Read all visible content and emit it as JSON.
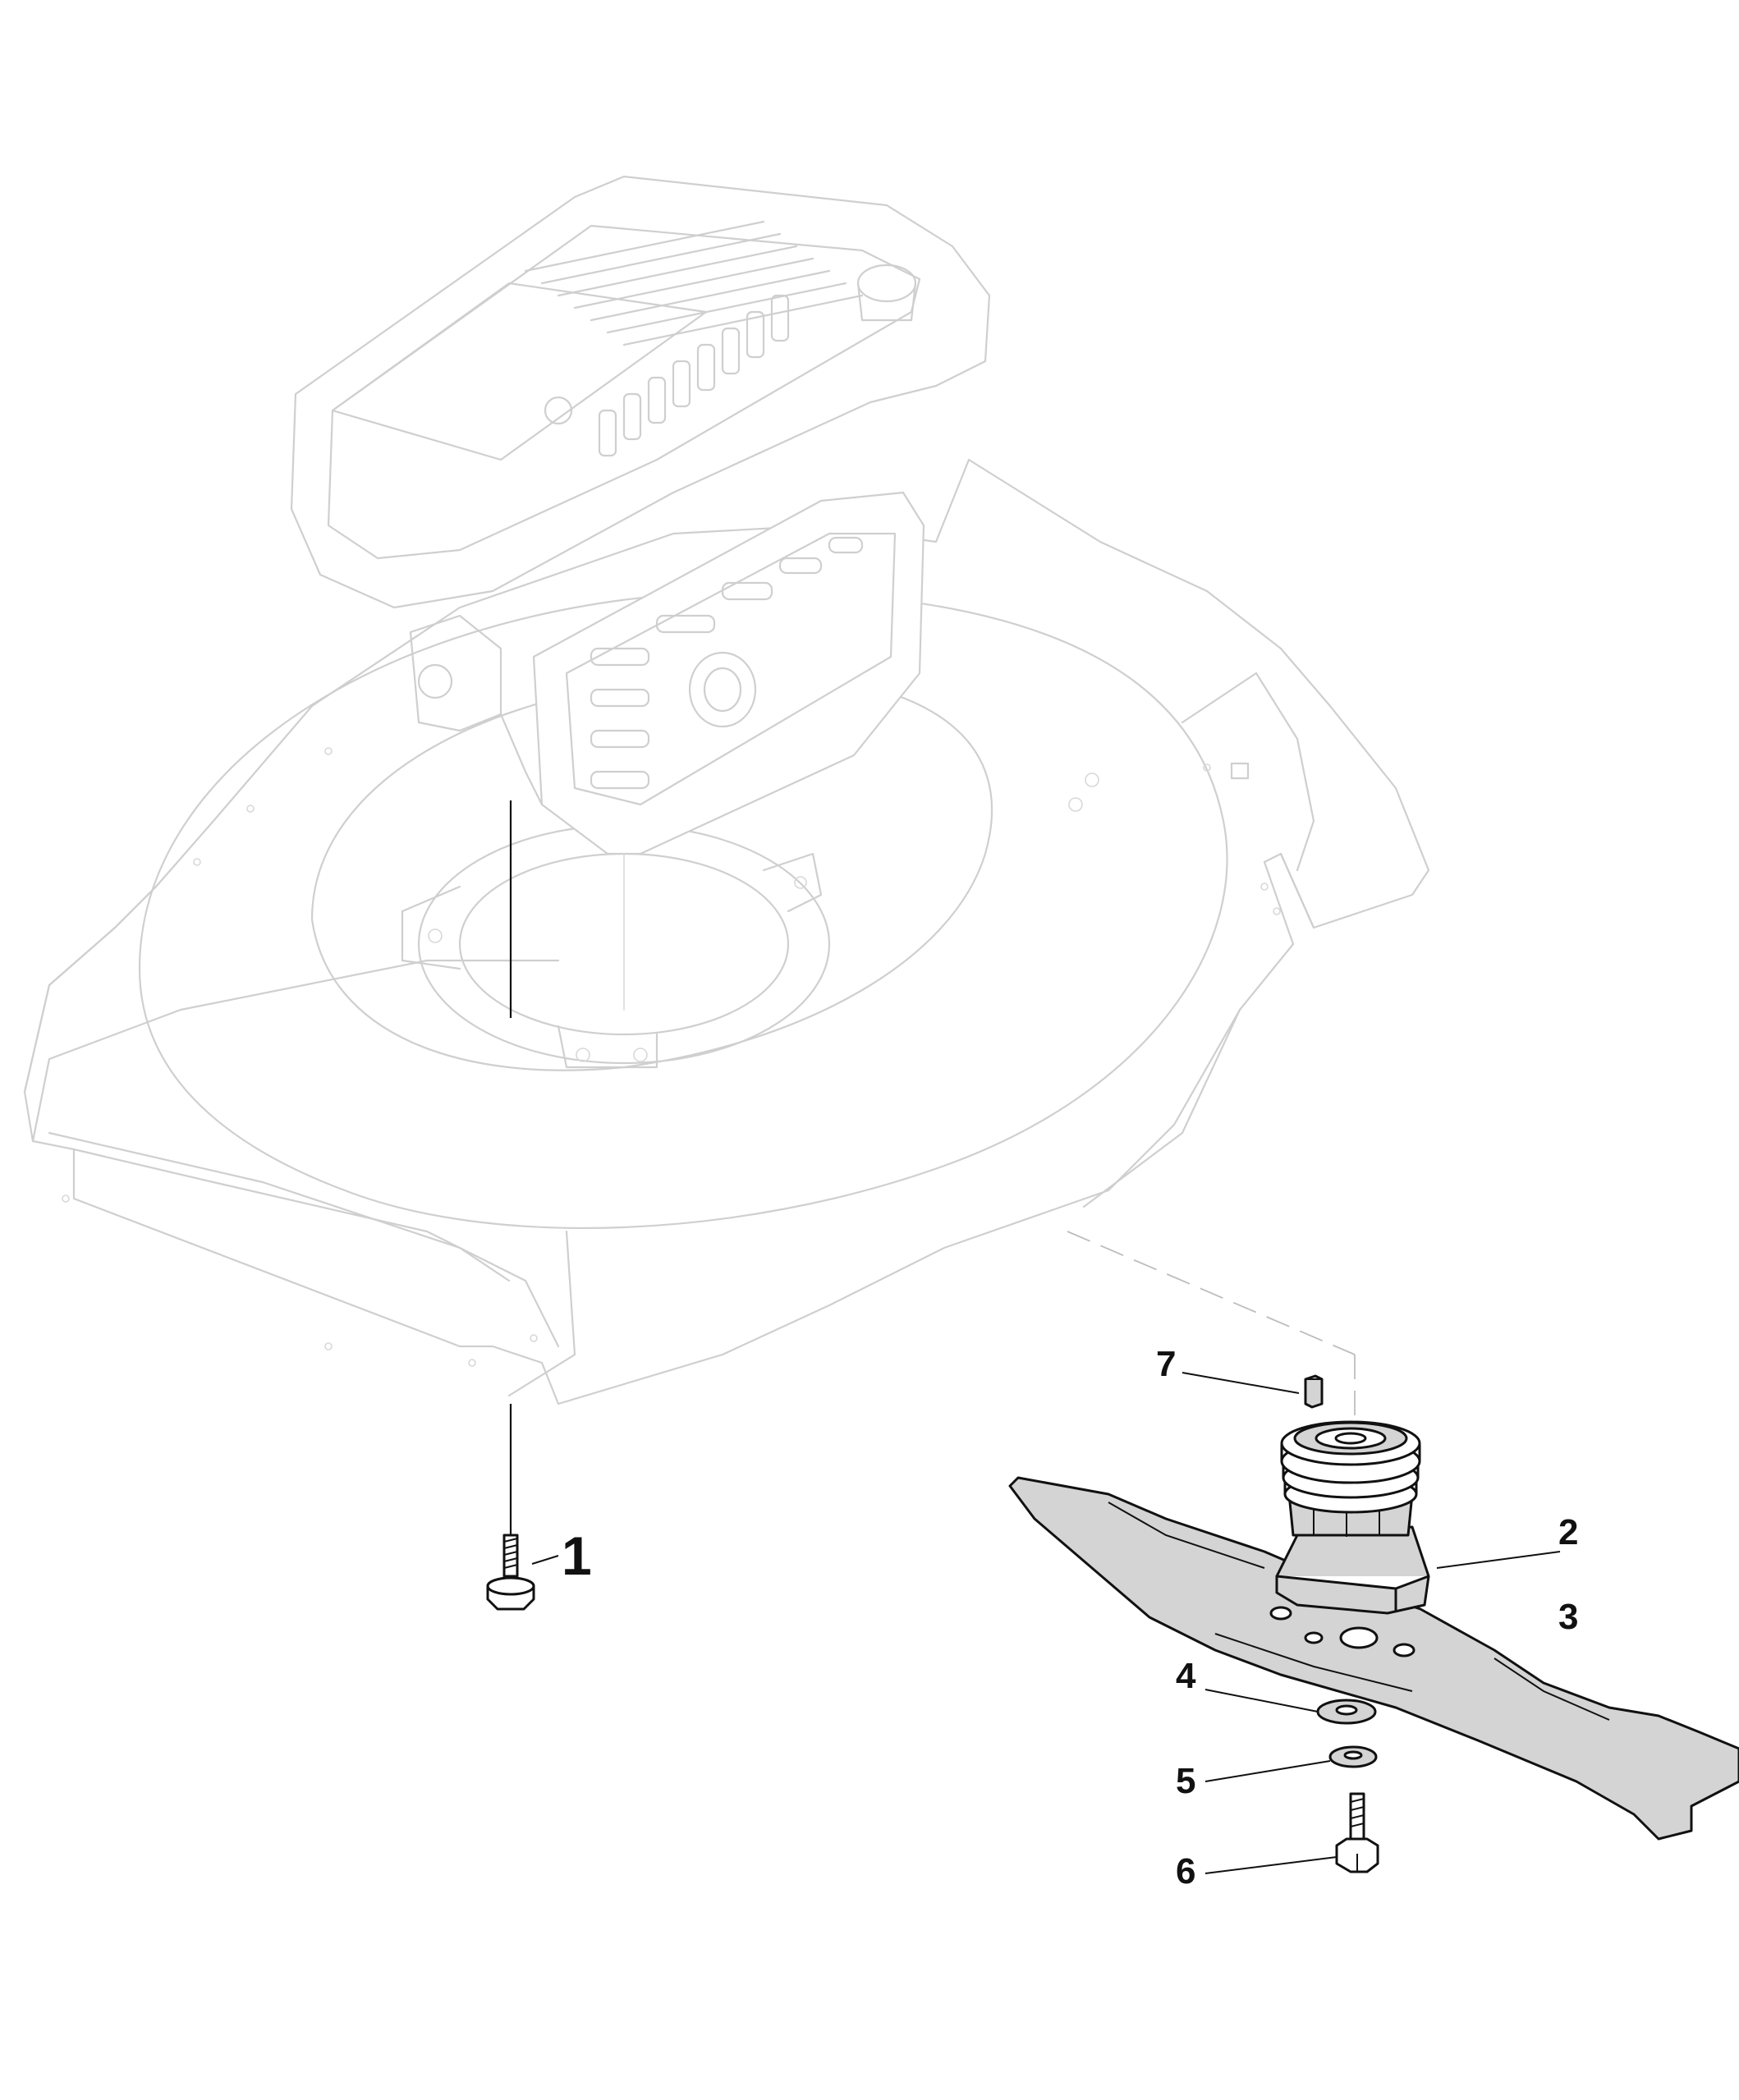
{
  "diagram": {
    "style": "exploded parts view",
    "colors": {
      "ghost_line": "#cfcfcf",
      "part_line": "#111111",
      "part_fill_grey": "#d4d4d4"
    },
    "callouts": [
      {
        "id": "1",
        "label": "1"
      },
      {
        "id": "2",
        "label": "2"
      },
      {
        "id": "3",
        "label": "3"
      },
      {
        "id": "4",
        "label": "4"
      },
      {
        "id": "5",
        "label": "5"
      },
      {
        "id": "6",
        "label": "6"
      },
      {
        "id": "7",
        "label": "7"
      }
    ]
  }
}
